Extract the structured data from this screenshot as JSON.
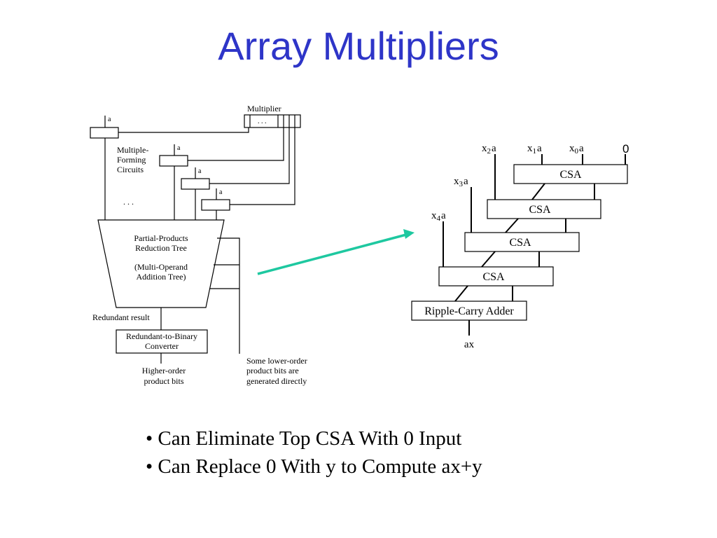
{
  "title": "Array Multipliers",
  "left_diagram": {
    "multiplier_label": "Multiplier",
    "multiplier_dots": ". . .",
    "a_label": "a",
    "multiple_forming": [
      "Multiple-",
      "Forming",
      "Circuits"
    ],
    "ellipsis": ". . .",
    "tree_label": [
      "Partial-Products",
      "Reduction Tree",
      "(Multi-Operand",
      "Addition Tree)"
    ],
    "redundant_result": "Redundant result",
    "converter_label": [
      "Redundant-to-Binary",
      "Converter"
    ],
    "higher_order": [
      "Higher-order",
      "product bits"
    ],
    "lower_order": [
      "Some lower-order",
      "product bits are",
      "generated directly"
    ]
  },
  "right_diagram": {
    "inputs": [
      {
        "x": "x",
        "sub": "2",
        "a": "a"
      },
      {
        "x": "x",
        "sub": "1",
        "a": "a"
      },
      {
        "x": "x",
        "sub": "0",
        "a": "a"
      },
      {
        "x": "x",
        "sub": "3",
        "a": "a"
      },
      {
        "x": "x",
        "sub": "4",
        "a": "a"
      }
    ],
    "zero_input": "0",
    "csa_label": "CSA",
    "adder_label": "Ripple-Carry Adder",
    "output_label": "ax"
  },
  "arrow_color": "#1ec8a0",
  "title_color": "#2e35c8",
  "bullets": [
    "Can Eliminate Top CSA With 0 Input",
    "Can Replace 0 With y to Compute ax+y"
  ]
}
